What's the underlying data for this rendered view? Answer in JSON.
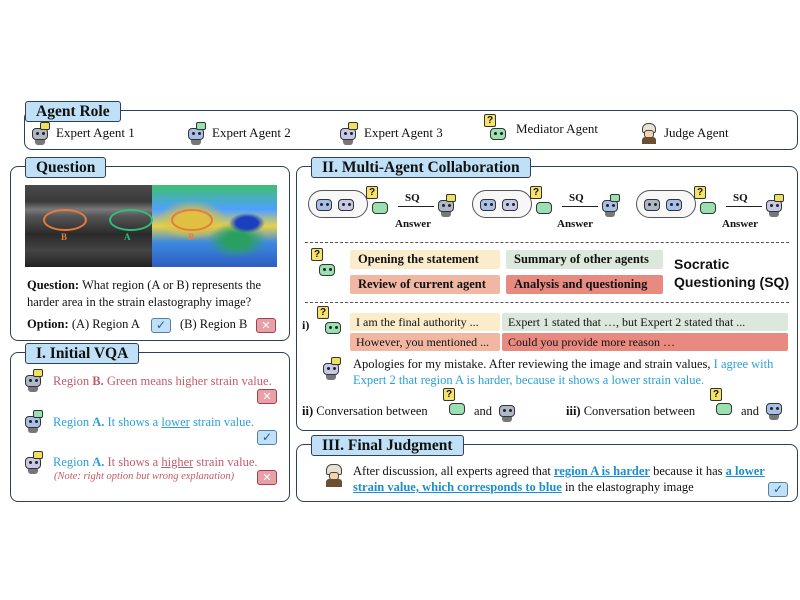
{
  "agent_role": {
    "title": "Agent Role",
    "items": [
      {
        "label": "Expert Agent 1",
        "icon": "expert-agent-1-icon"
      },
      {
        "label": "Expert Agent 2",
        "icon": "expert-agent-2-icon"
      },
      {
        "label": "Expert Agent 3",
        "icon": "expert-agent-3-icon"
      },
      {
        "label": "Mediator Agent",
        "icon": "mediator-agent-icon"
      },
      {
        "label": "Judge Agent",
        "icon": "judge-agent-icon"
      }
    ]
  },
  "question": {
    "title": "Question",
    "image_labels": {
      "b": "B",
      "a": "A",
      "b2": "B"
    },
    "label": "Question:",
    "text": "What region (A or B) represents the harder area in the strain elastography image?",
    "option_label": "Option:",
    "option_a": "(A) Region A",
    "option_b": "(B) Region B"
  },
  "initial_vqa": {
    "title": "I. Initial VQA",
    "answers": [
      {
        "prefix": "Region ",
        "region": "B.",
        "rest": " Green means higher strain value."
      },
      {
        "prefix": "Region ",
        "region": "A.",
        "mid": " It shows a ",
        "key": "lower",
        "rest": " strain value."
      },
      {
        "prefix": "Region ",
        "region": "A.",
        "mid": " It shows a ",
        "key": "higher",
        "rest": " strain value.",
        "note": "(Note: right option but wrong explanation)"
      }
    ]
  },
  "collaboration": {
    "title": "II. Multi-Agent Collaboration",
    "sq": "SQ",
    "answer": "Answer",
    "sq_boxes": [
      "Opening the statement",
      "Summary of other agents",
      "Review of current agent",
      "Analysis and questioning"
    ],
    "sq_title_line1": "Socratic",
    "sq_title_line2": "Questioning (SQ)",
    "i_label": "i)",
    "conv": [
      "I am the final authority ...",
      "Expert 1 stated that …, but Expert 2 stated that ...",
      "However, you mentioned ...",
      "Could you provide more reason …"
    ],
    "apology_black": "Apologies for my mistake. After reviewing the image and strain values,",
    "apology_blue": " I agree with Expert 2 that region A is harder, because it shows a lower strain value.",
    "ii_label": "ii)",
    "ii_text": "Conversation between",
    "and": "and",
    "iii_label": "iii)",
    "iii_text": "Conversation between"
  },
  "final": {
    "title": "III. Final Judgment",
    "t1": "After discussion, all experts agreed that ",
    "t2": "region A is harder",
    "t3": " because it has ",
    "t4": "a lower strain value, which corresponds to blue",
    "t5": " in the elastography image"
  },
  "colors": {
    "tab": "#bfe0f6",
    "border": "#2f3f55",
    "red": "#c25a6a",
    "blue": "#2a9fd8"
  }
}
